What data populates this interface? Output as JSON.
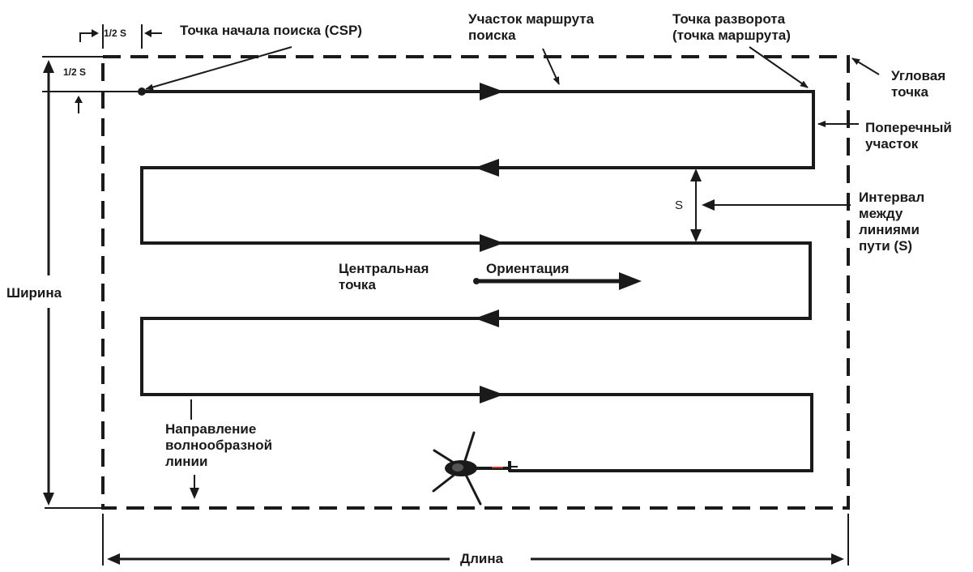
{
  "colors": {
    "line": "#1a1a1a",
    "background": "#ffffff",
    "tail_accent": "#c0392b"
  },
  "labels": {
    "half_s_top": "1/2 S",
    "half_s_left": "1/2 S",
    "csp": "Точка начала поиска (CSP)",
    "search_leg": "Участок маршрута\nпоиска",
    "turn_point": "Точка разворота\n(точка маршрута)",
    "corner_point": "Угловая\nточка",
    "cross_leg": "Поперечный\nучасток",
    "track_spacing": "Интервал\nмежду\nлиниями\nпути (S)",
    "s": "S",
    "center_point": "Центральная\nточка",
    "orientation": "Ориентация",
    "width": "Ширина",
    "length": "Длина",
    "creep_direction": "Направление\nволнообразной\nлинии"
  },
  "icons": [
    "helicopter-icon"
  ]
}
